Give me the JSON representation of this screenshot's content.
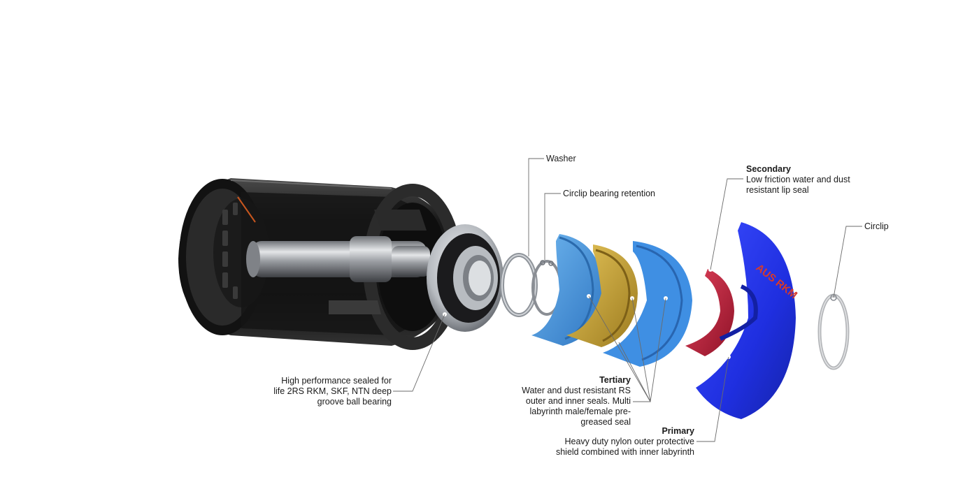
{
  "callouts": {
    "washer": {
      "text": "Washer"
    },
    "circlip_retention": {
      "text": "Circlip bearing retention"
    },
    "secondary": {
      "title": "Secondary",
      "body": "Low friction water and dust resistant lip seal"
    },
    "circlip": {
      "text": "Circlip"
    },
    "bearing": {
      "body": "High performance sealed for life 2RS RKM, SKF, NTN deep groove ball bearing"
    },
    "tertiary": {
      "title": "Tertiary",
      "body": "Water and dust resistant RS outer and inner seals. Multi labyrinth male/female pre-greased seal"
    },
    "primary": {
      "title": "Primary",
      "body": "Heavy duty nylon outer protective shield combined with inner labyrinth"
    }
  },
  "shield_logo": "AUS RKM",
  "colors": {
    "roller_shell": "#1c1c1c",
    "shaft": "#a9acb0",
    "bearing_race": "#c9ccd0",
    "washer": "#9ea3aa",
    "seal_tertiary_outer": "#4d9fd6",
    "seal_tertiary_gold": "#c9a433",
    "seal_tertiary_inner": "#3f8fe3",
    "seal_secondary": "#c2213a",
    "shield_primary": "#2231e6",
    "circlip": "#b4b6b9",
    "leader_line": "#6b6b6b"
  }
}
